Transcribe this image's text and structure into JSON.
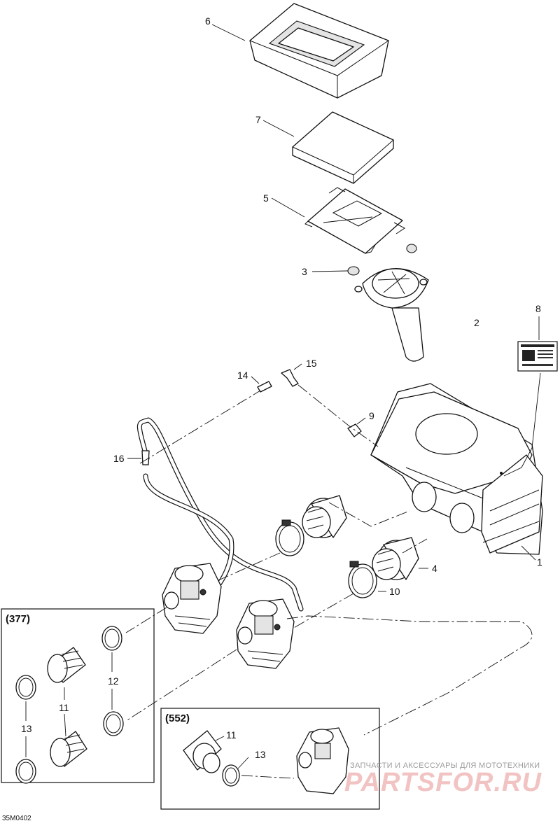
{
  "callouts": [
    "6",
    "7",
    "5",
    "3",
    "8",
    "2",
    "15",
    "14",
    "9",
    "16",
    "4",
    "1",
    "10"
  ],
  "groups": [
    {
      "title": "(377)",
      "callouts": [
        "12",
        "11",
        "13"
      ]
    },
    {
      "title": "(552)",
      "callouts": [
        "11",
        "13"
      ]
    }
  ],
  "drawing_code": "35M0402",
  "watermark": {
    "tagline": "ЗАПЧАСТИ И АКСЕССУАРЫ ДЛЯ МОТОТЕХНИКИ",
    "brand": "PARTSFOR.RU",
    "color": "#e07a7a"
  }
}
